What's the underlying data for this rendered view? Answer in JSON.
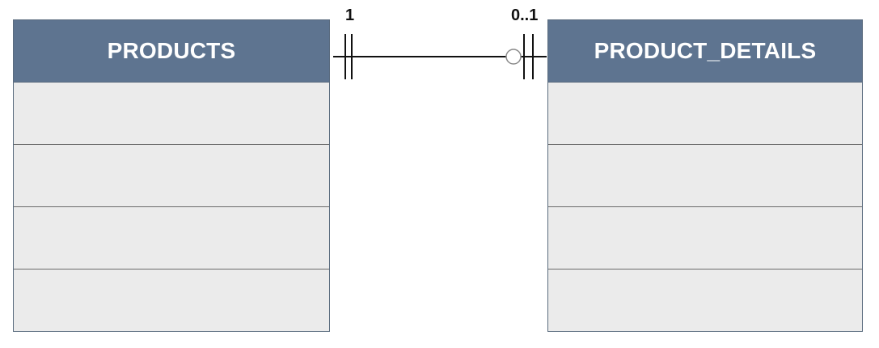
{
  "diagram": {
    "entities": [
      {
        "name": "PRODUCTS",
        "rows": [
          "",
          "",
          "",
          ""
        ]
      },
      {
        "name": "PRODUCT_DETAILS",
        "rows": [
          "",
          "",
          "",
          ""
        ]
      }
    ],
    "relationship": {
      "from_cardinality": "1",
      "to_cardinality": "0..1"
    }
  },
  "colors": {
    "header_bg": "#5e7490",
    "header_text": "#ffffff",
    "row_bg": "#ebebeb",
    "line": "#111111"
  }
}
